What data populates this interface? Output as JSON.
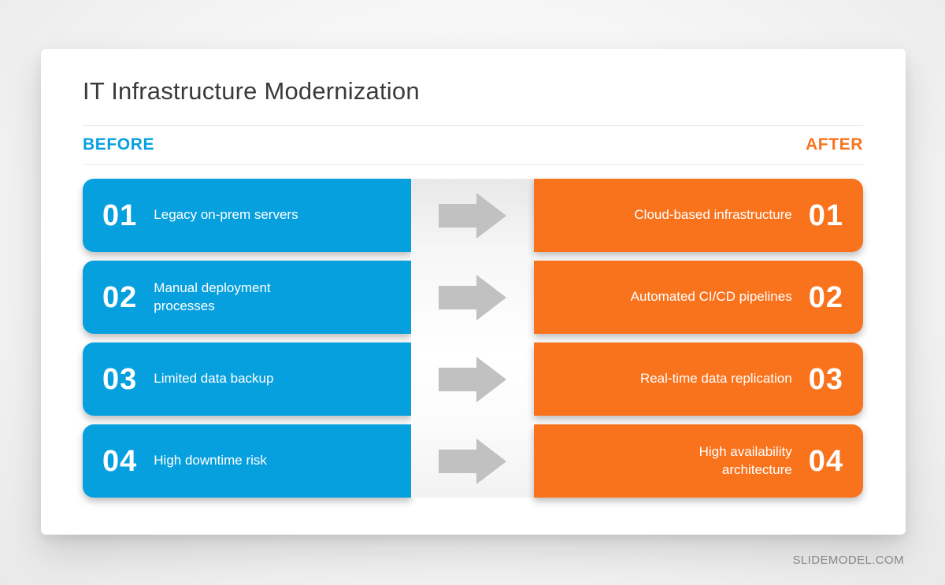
{
  "slide": {
    "title": "IT Infrastructure Modernization",
    "before": {
      "label": "BEFORE",
      "items": [
        {
          "number": "01",
          "text": "Legacy on-prem servers"
        },
        {
          "number": "02",
          "text": "Manual deployment\nprocesses"
        },
        {
          "number": "03",
          "text": "Limited data backup"
        },
        {
          "number": "04",
          "text": "High downtime risk"
        }
      ]
    },
    "after": {
      "label": "AFTER",
      "items": [
        {
          "number": "01",
          "text": "Cloud-based infrastructure"
        },
        {
          "number": "02",
          "text": "Automated CI/CD pipelines"
        },
        {
          "number": "03",
          "text": "Real-time data replication"
        },
        {
          "number": "04",
          "text": "High availability\narchitecture"
        }
      ]
    },
    "colors": {
      "before_accent": "#07a0de",
      "after_accent": "#f9731d",
      "arrow_gray": "#c1c1c1",
      "title_text": "#3a3a3a",
      "watermark_text": "#878787"
    },
    "icons": {
      "arrow": "right-arrow-icon"
    }
  },
  "page": {
    "watermark": "SLIDEMODEL.COM"
  }
}
